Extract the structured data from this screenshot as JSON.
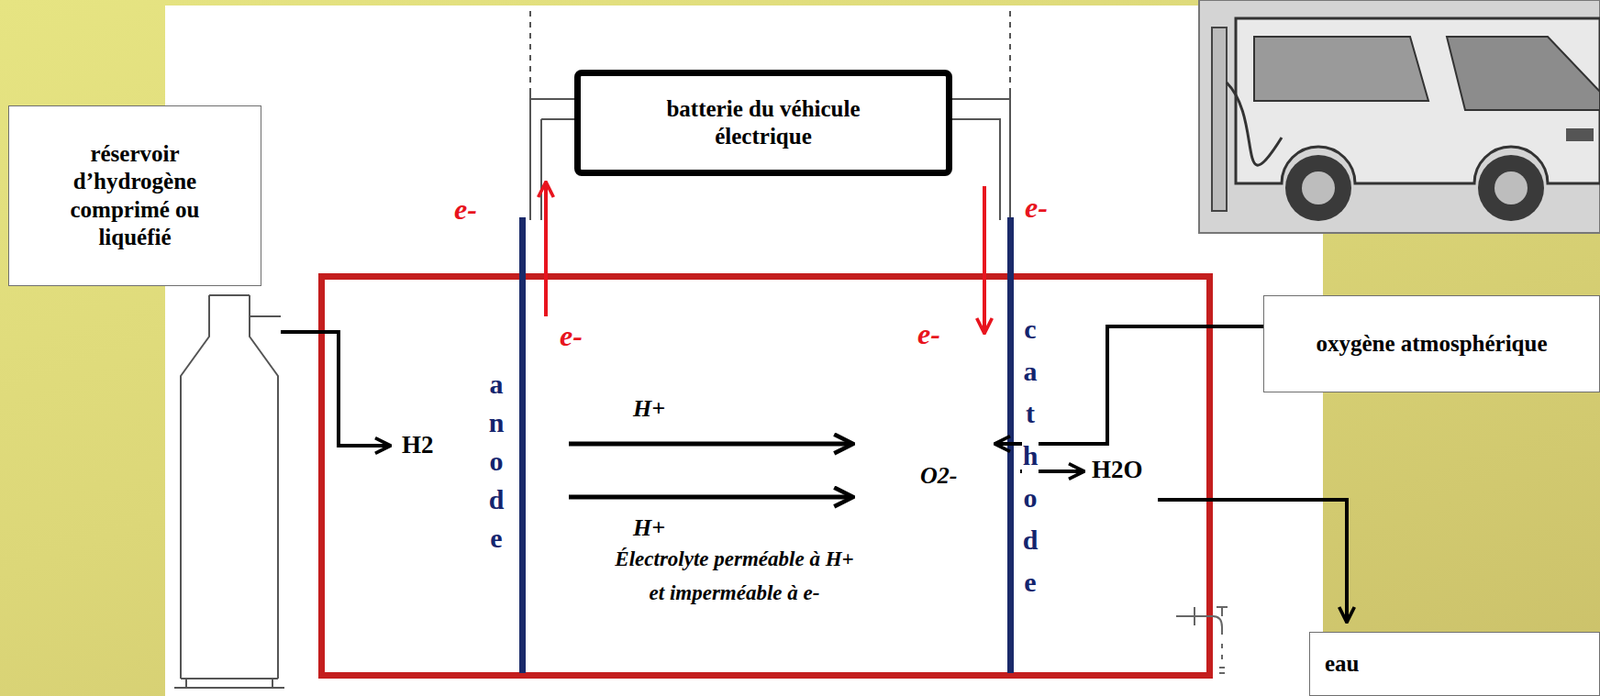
{
  "diagram": {
    "nodes": [
      {
        "text": [
          "réservoir d’hydrogène comprimé ou liquéfié"
        ]
      },
      {
        "text": [
          "batterie du véhicule électrique"
        ]
      },
      {
        "text": [
          "oxygène atmosphérique"
        ]
      },
      {
        "text": [
          "eau"
        ]
      }
    ],
    "labels": [
      "e-",
      "e-",
      "e-",
      "e-",
      "anode",
      "cathode",
      "H+",
      "H+",
      "H2",
      "O2-",
      "H2O",
      "Électrolyte perméable à H+ et imperméable à e-"
    ]
  }
}
